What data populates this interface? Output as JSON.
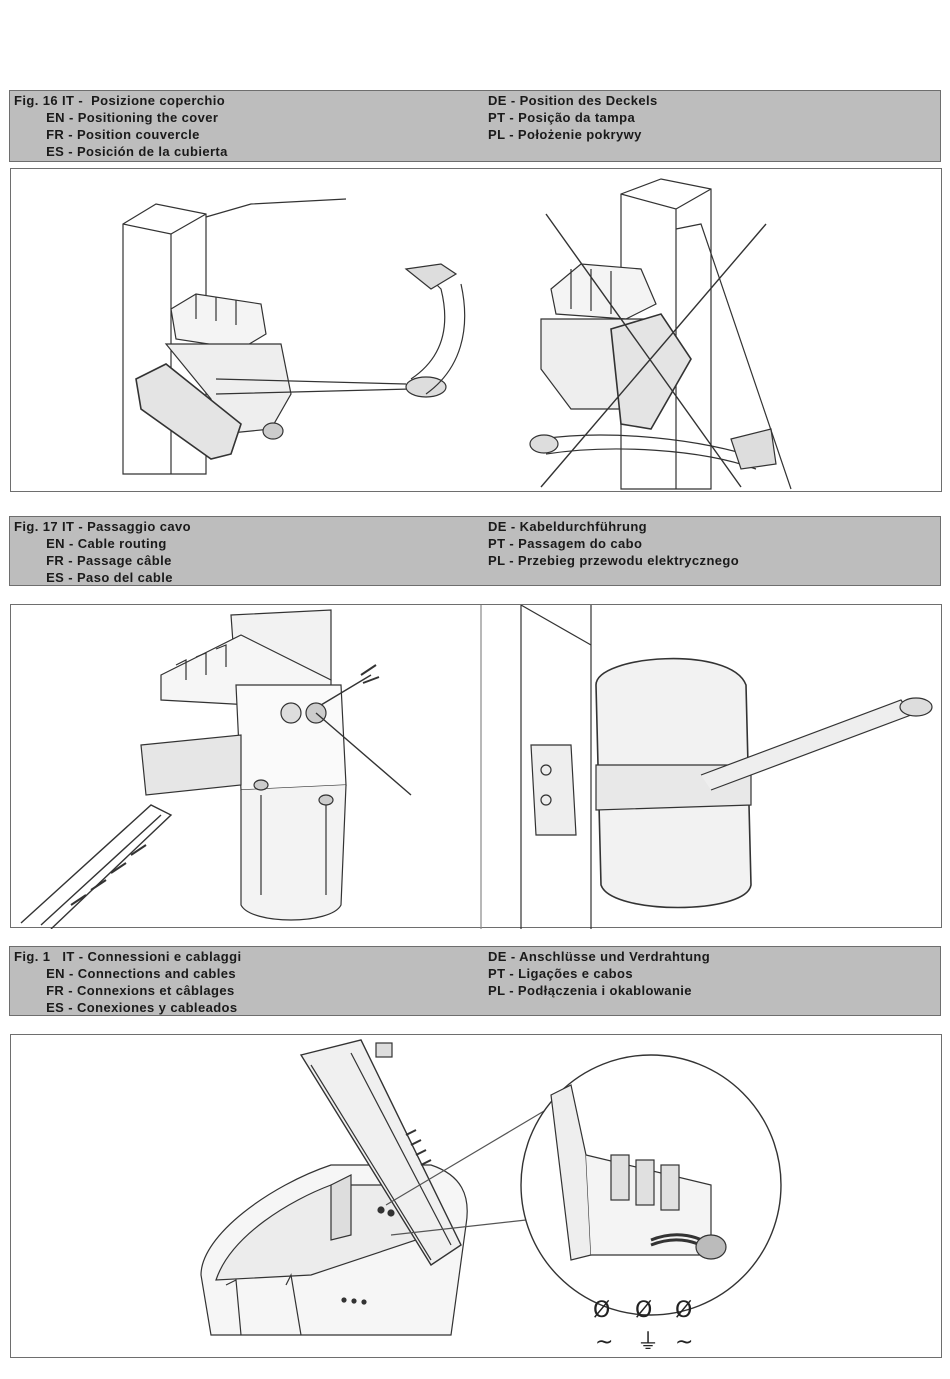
{
  "fig16": {
    "left": [
      "Fig. 16 IT -  Posizione coperchio",
      "        EN - Positioning the cover",
      "        FR - Position couvercle",
      "        ES - Posición de la cubierta"
    ],
    "right": [
      "DE - Position des Deckels",
      "PT - Posição da tampa",
      "PL - Położenie pokrywy"
    ]
  },
  "fig17": {
    "left": [
      "Fig. 17 IT - Passaggio cavo",
      "        EN - Cable routing",
      "        FR - Passage câble",
      "        ES - Paso del cable"
    ],
    "right": [
      "DE - Kabeldurchführung",
      "PT - Passagem do cabo",
      "PL - Przebieg przewodu elektrycznego"
    ]
  },
  "fig1": {
    "left": [
      "Fig. 1   IT - Connessioni e cablaggi",
      "        EN - Connections and cables",
      "        FR - Connexions et câblages",
      "        ES - Conexiones y cableados"
    ],
    "right": [
      "DE - Anschlüsse und Verdrahtung",
      "PT - Ligações e cabos",
      "PL - Podłączenia i okablowanie"
    ]
  },
  "terminal_symbols": {
    "top": [
      "Ø",
      "Ø",
      "Ø"
    ],
    "bottom": [
      "~",
      "⏚",
      "~"
    ]
  }
}
